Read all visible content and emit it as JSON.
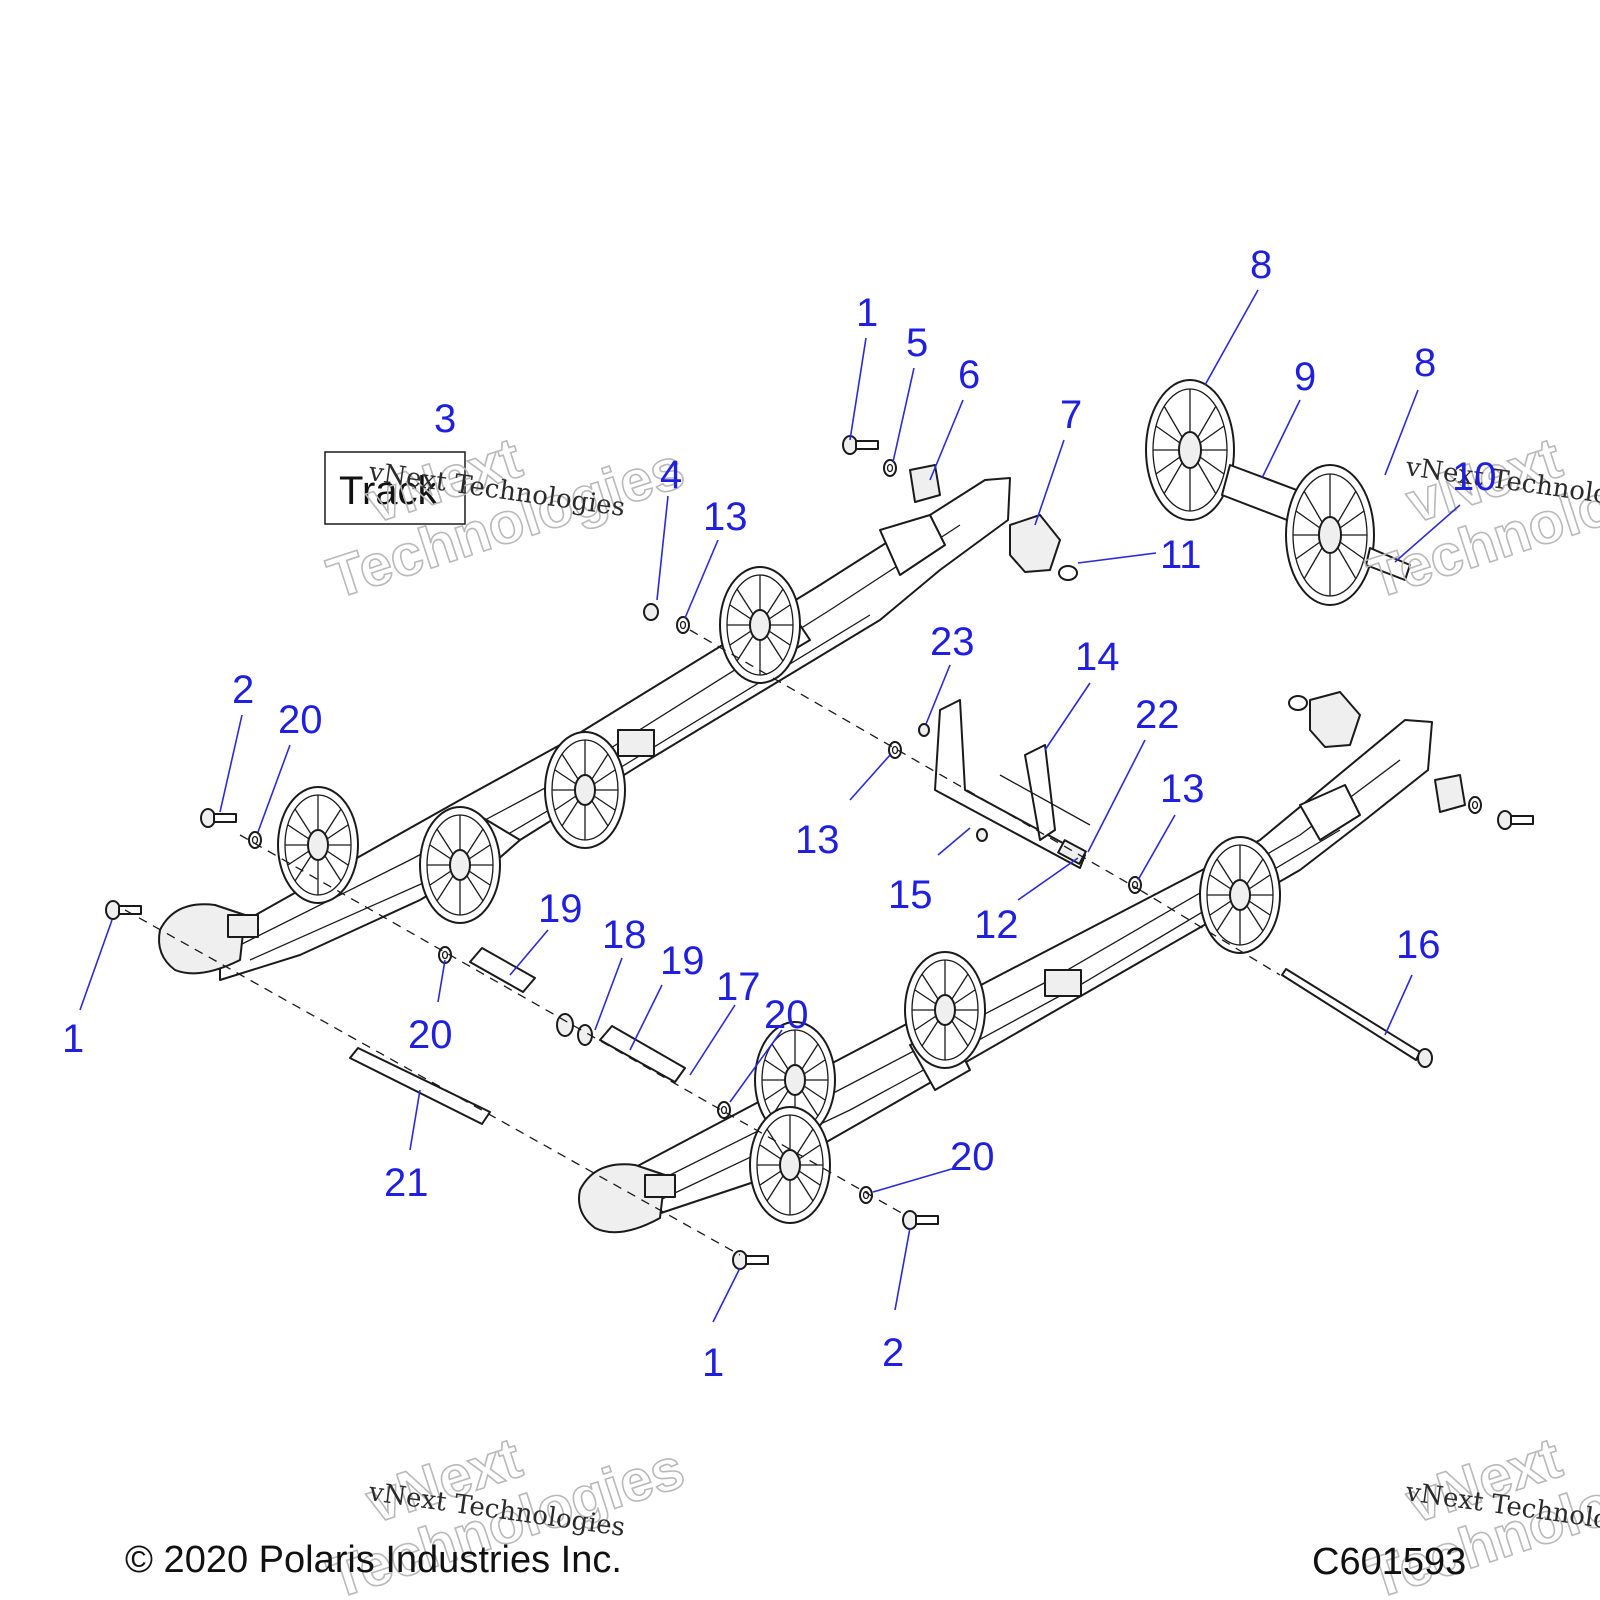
{
  "diagram": {
    "section_label": "Track",
    "copyright": "© 2020 Polaris Industries Inc.",
    "figure_code": "C601593",
    "watermark": {
      "line1": "vNext",
      "line2": "Technologies",
      "script": "vNext Technologies"
    },
    "callouts": {
      "c1a": "1",
      "c1b": "1",
      "c1c": "1",
      "c2a": "2",
      "c2b": "2",
      "c3": "3",
      "c4": "4",
      "c5": "5",
      "c6": "6",
      "c7": "7",
      "c8a": "8",
      "c8b": "8",
      "c9": "9",
      "c10": "10",
      "c11": "11",
      "c12": "12",
      "c13a": "13",
      "c13b": "13",
      "c13c": "13",
      "c14": "14",
      "c15": "15",
      "c16": "16",
      "c17": "17",
      "c18": "18",
      "c19a": "19",
      "c19b": "19",
      "c20a": "20",
      "c20b": "20",
      "c20c": "20",
      "c20d": "20",
      "c21": "21",
      "c22": "22",
      "c23": "23"
    }
  }
}
